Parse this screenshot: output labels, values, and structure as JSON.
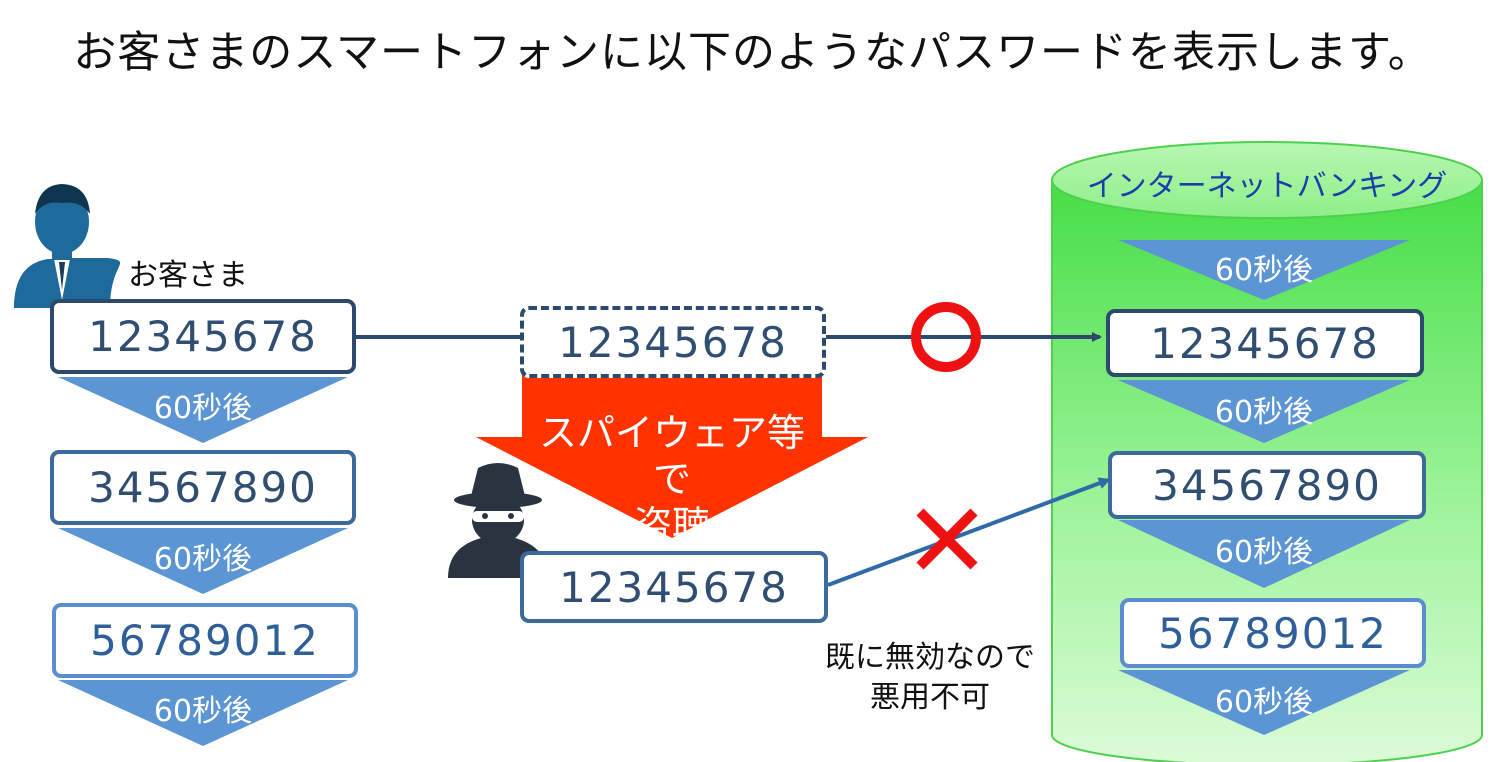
{
  "title": "お客さまのスマートフォンに以下のようなパスワードを表示します。",
  "customer": {
    "label": "お客さま",
    "passwords": [
      "12345678",
      "34567890",
      "56789012"
    ],
    "interval_labels": [
      "60秒後",
      "60秒後",
      "60秒後"
    ]
  },
  "middle": {
    "intercepted_password": "12345678",
    "spyware_label_line1": "スパイウェア等で",
    "spyware_label_line2": "盗聴",
    "stolen_password": "12345678",
    "invalid_caption_line1": "既に無効なので",
    "invalid_caption_line2": "悪用不可"
  },
  "bank": {
    "title": "インターネットバンキング",
    "top_interval_label": "60秒後",
    "passwords": [
      "12345678",
      "34567890",
      "56789012"
    ],
    "interval_labels": [
      "60秒後",
      "60秒後",
      "60秒後"
    ]
  },
  "colors": {
    "navy": "#2c4a6e",
    "arrow_blue": "#2e6aa8",
    "triangle_blue": "#5b95d3",
    "spyware_red": "#ff3300",
    "ok_circle": "#ee1111",
    "ng_cross": "#ee1111",
    "cylinder_green": "#7ee87a",
    "icon_navy": "#1e6a9a"
  },
  "icons": {
    "customer": "businessman-avatar-icon",
    "spy": "spy-hat-icon",
    "ok": "circle-ok-icon",
    "ng": "cross-ng-icon"
  }
}
